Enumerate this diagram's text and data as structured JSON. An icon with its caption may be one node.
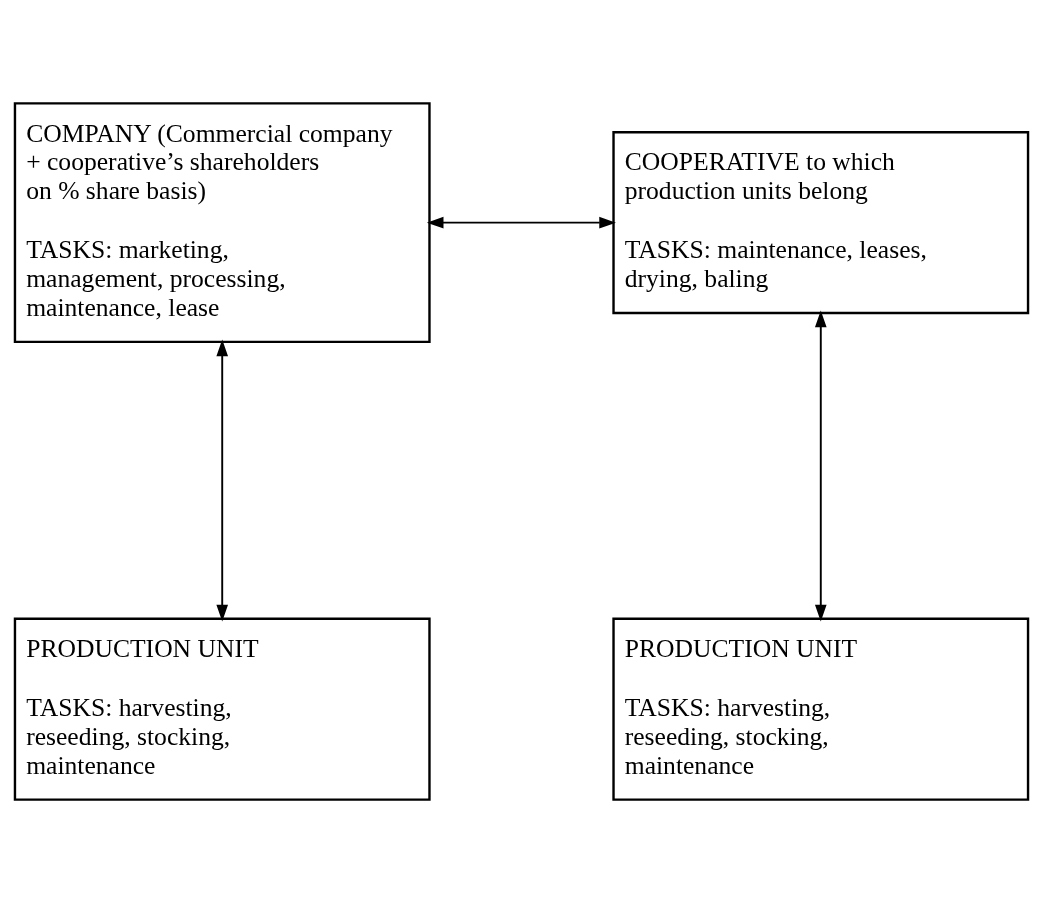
{
  "diagram": {
    "nodes": [
      {
        "text": [
          "COMPANY (Commercial company + cooperative’s shareholders on % share basis)",
          "TASKS: marketing, management, processing, maintenance, lease"
        ]
      },
      {
        "text": [
          "COOPERATIVE to which production units belong",
          "TASKS: maintenance, leases, drying, baling"
        ]
      },
      {
        "text": [
          "PRODUCTION UNIT",
          "TASKS: harvesting, reseeding, stocking, maintenance"
        ]
      },
      {
        "text": [
          "PRODUCTION UNIT",
          "TASKS: harvesting, reseeding, stocking, maintenance"
        ]
      }
    ],
    "edges": [
      {
        "from": 0,
        "to": 1,
        "arrow": "both"
      },
      {
        "from": 0,
        "to": 2,
        "arrow": "both"
      },
      {
        "from": 1,
        "to": 3,
        "arrow": "both"
      }
    ]
  }
}
